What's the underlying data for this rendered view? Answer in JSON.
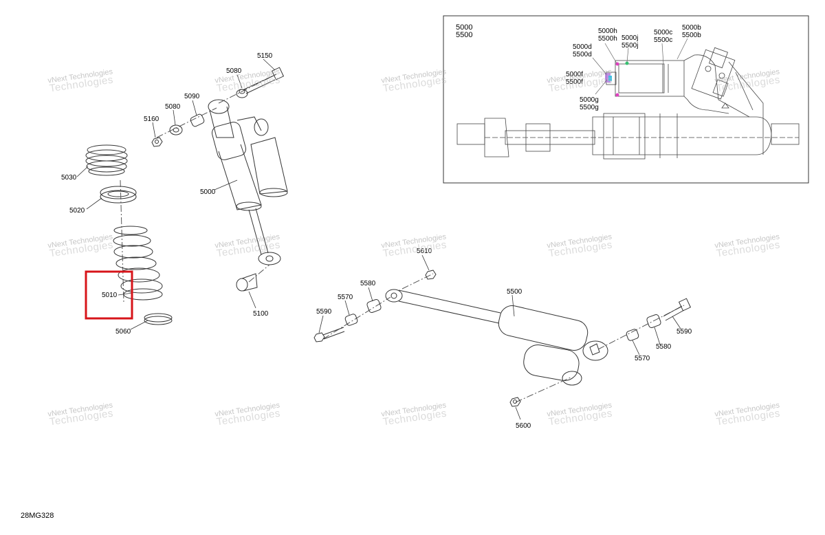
{
  "diagram_id": "28MG328",
  "watermark": {
    "line1": "vNext Technologies",
    "line2": "Technologies"
  },
  "highlight": {
    "color": "#d7141a",
    "part": "5010"
  },
  "inset": {
    "title_lines": [
      "5000",
      "5500"
    ],
    "callouts": {
      "h": "5000h\n5500h",
      "j": "5000j\n5500j",
      "c": "5000c\n5500c",
      "b": "5000b\n5500b",
      "d": "5000d\n5500d",
      "f": "5000f\n5500f",
      "g": "5000g\n5500g"
    }
  },
  "parts": {
    "p5150": "5150",
    "p5080a": "5080",
    "p5090": "5090",
    "p5080b": "5080",
    "p5160": "5160",
    "p5030": "5030",
    "p5020": "5020",
    "p5000": "5000",
    "p5010": "5010",
    "p5060": "5060",
    "p5100": "5100",
    "p5610": "5610",
    "p5580a": "5580",
    "p5570a": "5570",
    "p5590a": "5590",
    "p5500": "5500",
    "p5590b": "5590",
    "p5580b": "5580",
    "p5570b": "5570",
    "p5600": "5600"
  }
}
